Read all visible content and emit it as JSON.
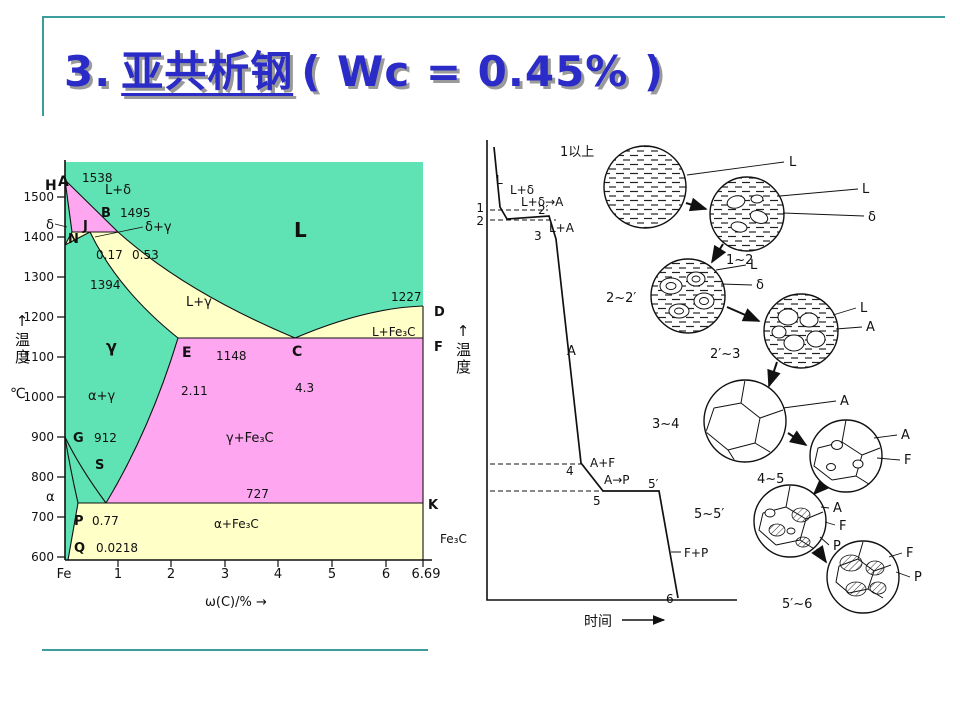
{
  "slide": {
    "title_number": "3.",
    "title_main": "亚共析钢",
    "title_tail": "( Wc = 0.45% )"
  },
  "colors": {
    "title": "#2B2BC8",
    "title_shadow": "#9A9A9A",
    "frame": "#3D9C9C",
    "ink": "#111111",
    "region_green": "#5FE3B4",
    "region_yellow": "#FFFFC8",
    "region_pink": "#FFA6F0"
  },
  "phase_diagram": {
    "y_axis_arrow": "↑",
    "y_axis_title": "温度",
    "y_axis_unit": "℃",
    "x_axis_title": "ω(C)/% →",
    "y_ticks": [
      "1500",
      "1400",
      "1300",
      "1200",
      "1100",
      "1000",
      "900",
      "800",
      "700",
      "600"
    ],
    "x_ticks": [
      "Fe",
      "1",
      "2",
      "3",
      "4",
      "5",
      "6",
      "6.69"
    ],
    "points": {
      "H": "H",
      "A": "A",
      "B": "B",
      "J": "J",
      "N": "N",
      "D": "D",
      "E": "E",
      "C": "C",
      "F": "F",
      "G": "G",
      "S": "S",
      "P": "P",
      "Q": "Q",
      "K": "K"
    },
    "values": {
      "t1538": "1538",
      "t1495": "1495",
      "t1394": "1394",
      "t1227": "1227",
      "t1148": "1148",
      "t912": "912",
      "t727": "727",
      "c017": "0.17",
      "c053": "0.53",
      "c211": "2.11",
      "c43": "4.3",
      "c077": "0.77",
      "c00218": "0.0218"
    },
    "regions": {
      "l": "L",
      "l_delta": "L+δ",
      "delta": "δ",
      "delta_gamma": "δ+γ",
      "l_gamma": "L+γ",
      "gamma": "γ",
      "alpha_gamma": "α+γ",
      "l_fe3c": "L+Fe₃C",
      "gamma_fe3c": "γ+Fe₃C",
      "alpha": "α",
      "alpha_fe3c": "α+Fe₃C",
      "fe3c_axis": "Fe₃C"
    }
  },
  "cooling_diagram": {
    "y_axis_arrow": "↑",
    "y_axis_title": "温度",
    "x_axis_title": "时间",
    "points": {
      "p1": "1",
      "p2": "2",
      "p2p": "2′",
      "p3": "3",
      "p4": "4",
      "p5": "5",
      "p5p": "5′",
      "p6": "6"
    },
    "segments": {
      "l": "L",
      "l_delta": "L+δ",
      "peritectic": "L+δ→A",
      "l_a": "L+A",
      "a": "A",
      "a_f": "A+F",
      "a_p": "A→P",
      "f_p": "F+P"
    }
  },
  "microstructures": [
    {
      "range": "1以上",
      "phases": [
        "L"
      ]
    },
    {
      "range": "1~2",
      "phases": [
        "L",
        "δ"
      ]
    },
    {
      "range": "2~2′",
      "phases": [
        "L",
        "δ"
      ]
    },
    {
      "range": "2′~3",
      "phases": [
        "L",
        "A"
      ]
    },
    {
      "range": "3~4",
      "phases": [
        "A"
      ]
    },
    {
      "range": "4~5",
      "phases": [
        "A",
        "F"
      ]
    },
    {
      "range": "5~5′",
      "phases": [
        "A",
        "F",
        "P"
      ]
    },
    {
      "range": "5′~6",
      "phases": [
        "F",
        "P"
      ]
    }
  ]
}
